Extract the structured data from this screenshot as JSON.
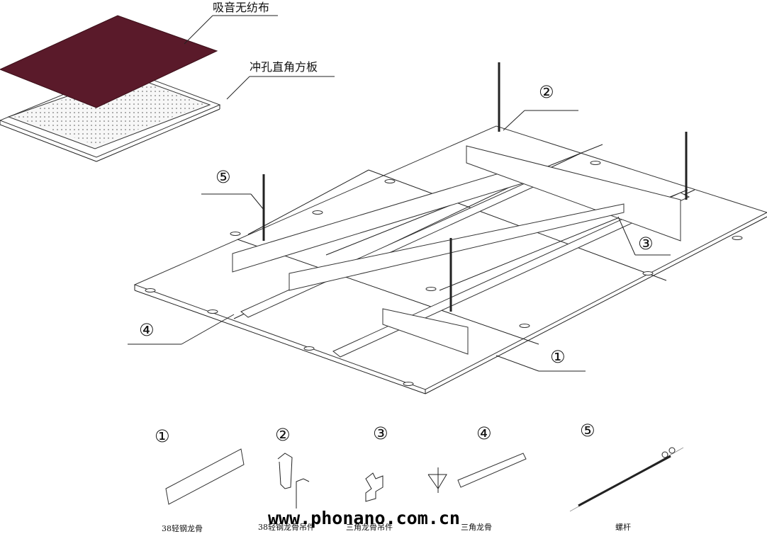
{
  "labels": {
    "fabric": "吸音无纺布",
    "panel": "冲孔直角方板"
  },
  "callouts": [
    "②",
    "⑤",
    "③",
    "④",
    "①"
  ],
  "parts": [
    {
      "number": "①",
      "caption": "38轻钢龙骨"
    },
    {
      "number": "②",
      "caption": "38轻钢龙骨吊件"
    },
    {
      "number": "③",
      "caption": "三角龙骨吊件"
    },
    {
      "number": "④",
      "caption": "三角龙骨"
    },
    {
      "number": "⑤",
      "caption": "螺杆"
    }
  ],
  "watermark": "www.phonano.com.cn",
  "colors": {
    "fabric": "#5a1a2a",
    "line": "#222222"
  }
}
